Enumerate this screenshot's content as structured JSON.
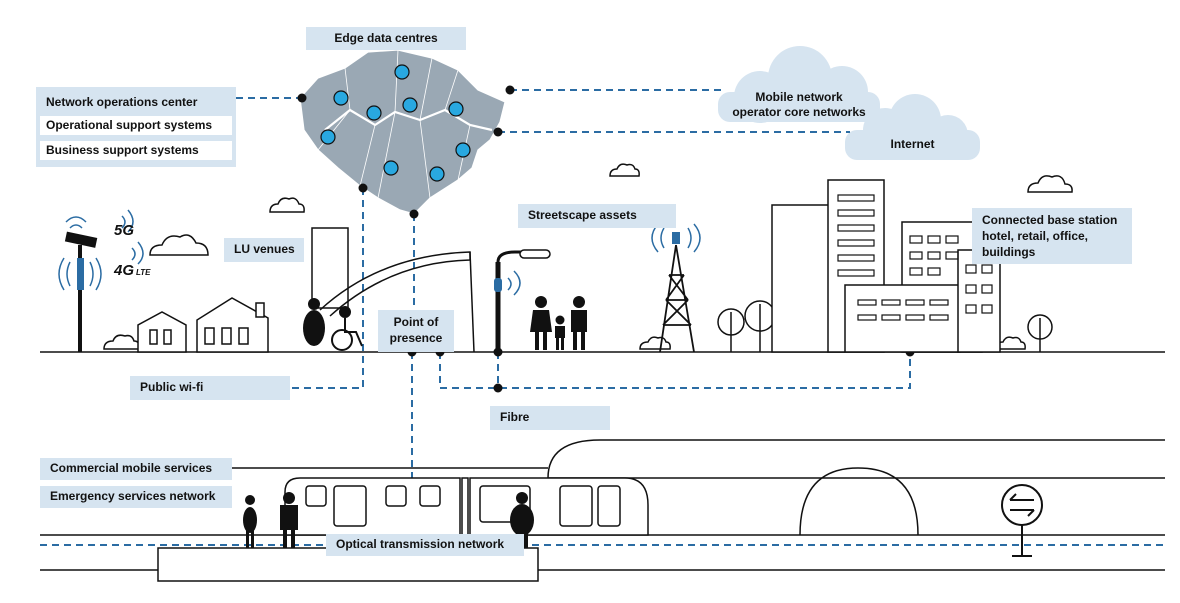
{
  "labels": {
    "edge_data_centres": "Edge data centres",
    "network_operations_center": "Network operations center",
    "operational_support_systems": "Operational support systems",
    "business_support_systems": "Business support systems",
    "mobile_network_core_line1": "Mobile network",
    "mobile_network_core_line2": "operator core networks",
    "internet": "Internet",
    "streetscape_assets": "Streetscape assets",
    "connected_base_station_line1": "Connected base station",
    "connected_base_station_line2": "hotel, retail, office,",
    "connected_base_station_line3": "buildings",
    "lu_venues": "LU venues",
    "point_of_presence_line1": "Point of",
    "point_of_presence_line2": "presence",
    "public_wifi": "Public wi-fi",
    "fibre": "Fibre",
    "commercial_mobile_services": "Commercial mobile services",
    "emergency_services_network": "Emergency services network",
    "optical_transmission_network": "Optical transmission network",
    "gen_5g": "5G",
    "gen_4g": "4G",
    "gen_lte": "LTE"
  },
  "colors": {
    "label_bg": "#d6e4f0",
    "cloud_fill": "#d6e4f0",
    "dash_line": "#2b6ca3",
    "map_fill": "#9aa8b4",
    "node_fill": "#29a8e0",
    "ink": "#111111"
  },
  "icons": [
    "cloud-icon",
    "map-node-icon",
    "antenna-icon",
    "street-lamp-icon",
    "cell-tower-icon",
    "tree-icon",
    "house-icon",
    "train-icon",
    "platform-sign-icon",
    "wheelchair-icon",
    "person-icon"
  ]
}
